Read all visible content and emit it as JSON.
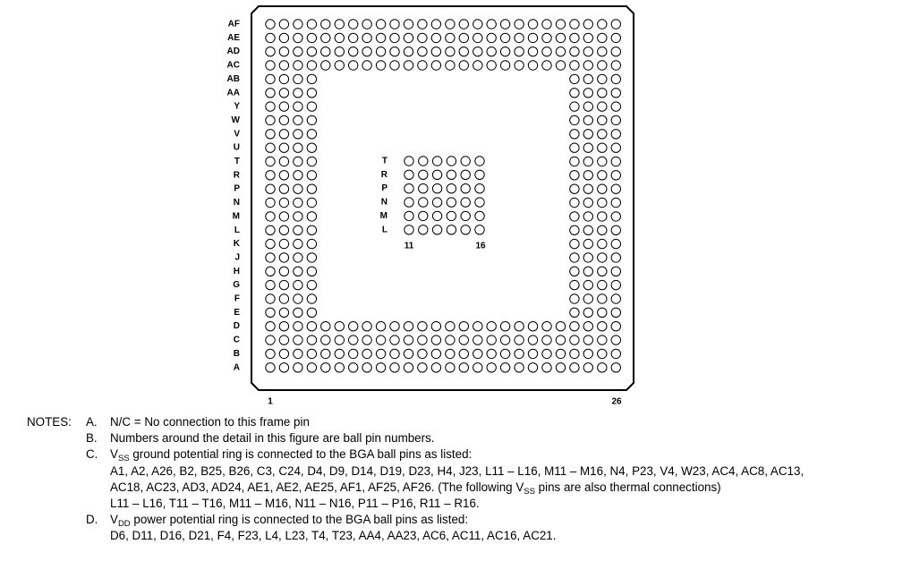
{
  "figure": {
    "row_labels": [
      "AF",
      "AE",
      "AD",
      "AC",
      "AB",
      "AA",
      "Y",
      "W",
      "V",
      "U",
      "T",
      "R",
      "P",
      "N",
      "M",
      "L",
      "K",
      "J",
      "H",
      "G",
      "F",
      "E",
      "D",
      "C",
      "B",
      "A"
    ],
    "col_labels": [
      "1",
      "26"
    ],
    "outer_ring_full_rows": [
      "AF",
      "AE",
      "AD",
      "AC",
      "D",
      "C",
      "B",
      "A"
    ],
    "side_columns": {
      "left": [
        1,
        2,
        3,
        4
      ],
      "right": [
        23,
        24,
        25,
        26
      ]
    },
    "inner_block": {
      "rows": [
        "T",
        "R",
        "P",
        "N",
        "M",
        "L"
      ],
      "col_labels": [
        "11",
        "16"
      ],
      "columns": [
        11,
        12,
        13,
        14,
        15,
        16
      ]
    }
  },
  "notes": {
    "heading": "NOTES:",
    "items": [
      {
        "letter": "A.",
        "lines": [
          "N/C = No connection to this frame pin"
        ]
      },
      {
        "letter": "B.",
        "lines": [
          "Numbers around the detail in this figure are ball pin numbers."
        ]
      },
      {
        "letter": "C.",
        "lines": [
          "V_SS ground potential ring is connected to the BGA ball pins as listed:",
          "A1, A2, A26, B2, B25, B26, C3, C24, D4, D9, D14, D19, D23, H4, J23, L11 – L16, M11 – M16, N4, P23, V4, W23, AC4, AC8, AC13,",
          "AC18, AC23, AD3, AD24, AE1, AE2, AE25, AF1, AF25, AF26. (The following V_SS pins are also thermal connections)",
          "L11 – L16, T11 – T16, M11 – M16, N11 – N16, P11 – P16, R11 – R16."
        ]
      },
      {
        "letter": "D.",
        "lines": [
          "V_DD power potential ring is connected to the BGA ball pins as listed:",
          "D6, D11, D16, D21, F4, F23, L4, L23, T4, T23, AA4, AA23, AC6, AC11, AC16, AC21."
        ]
      }
    ]
  }
}
